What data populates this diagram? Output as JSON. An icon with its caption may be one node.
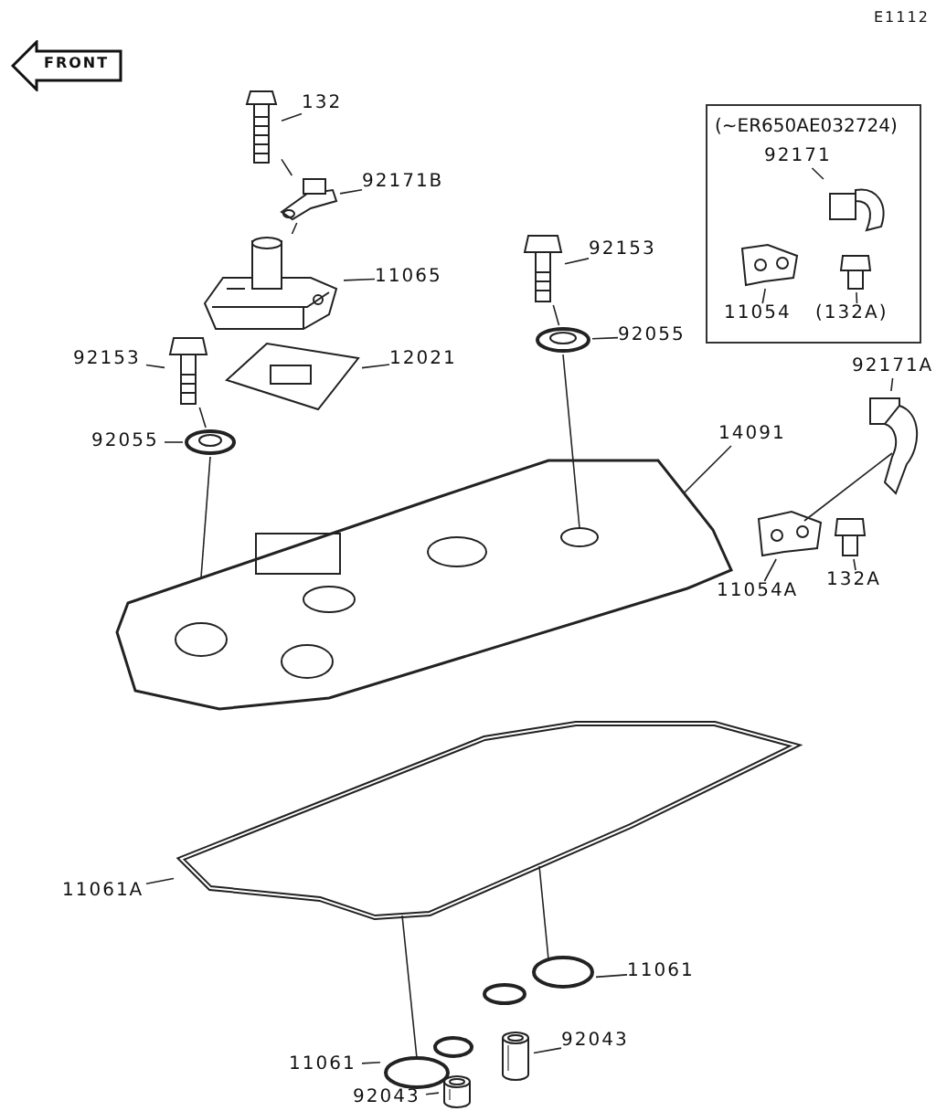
{
  "diagram": {
    "nodes": [
      {
        "text": [
          "(~ER650AE032724)"
        ]
      },
      {
        "text": [
          "132"
        ]
      },
      {
        "text": [],
        "shape": "picture"
      },
      {
        "text": [
          "92171B"
        ]
      },
      {
        "text": [],
        "shape": "picture"
      },
      {
        "text": [
          "11065"
        ]
      },
      {
        "text": [],
        "shape": "picture"
      },
      {
        "text": [
          "92153"
        ]
      },
      {
        "text": [],
        "shape": "picture"
      },
      {
        "text": [
          "92055"
        ]
      },
      {
        "text": [],
        "shape": "picture"
      },
      {
        "text": [
          "92153"
        ]
      },
      {
        "text": [],
        "shape": "picture"
      },
      {
        "text": [
          "12021"
        ]
      },
      {
        "text": [],
        "shape": "picture"
      },
      {
        "text": [
          "92055"
        ]
      },
      {
        "text": [],
        "shape": "picture"
      },
      {
        "text": [
          "14091"
        ]
      },
      {
        "text": [],
        "shape": "picture"
      },
      {
        "text": [
          "92171"
        ],
        "in": 0
      },
      {
        "text": [],
        "shape": "picture",
        "in": 0
      },
      {
        "text": [
          "11054"
        ],
        "in": 0
      },
      {
        "text": [],
        "shape": "picture",
        "in": 0
      },
      {
        "text": [
          "(132A)"
        ],
        "in": 0
      },
      {
        "text": [],
        "shape": "picture",
        "in": 0
      },
      {
        "text": [
          "92171A"
        ]
      },
      {
        "text": [],
        "shape": "picture"
      },
      {
        "text": [
          "11054A"
        ]
      },
      {
        "text": [],
        "shape": "picture"
      },
      {
        "text": [
          "132A"
        ]
      },
      {
        "text": [],
        "shape": "picture"
      },
      {
        "text": [
          "11061A"
        ]
      },
      {
        "text": [],
        "shape": "picture"
      },
      {
        "text": [
          "11061"
        ]
      },
      {
        "text": [],
        "shape": "picture"
      },
      {
        "text": [
          "11061"
        ]
      },
      {
        "text": [],
        "shape": "picture"
      },
      {
        "text": [
          "92043"
        ]
      },
      {
        "text": [],
        "shape": "picture"
      },
      {
        "text": [
          "92043"
        ]
      },
      {
        "text": [],
        "shape": "picture"
      }
    ],
    "edges": [
      {
        "from": 1,
        "to": 2,
        "arrow": "none"
      },
      {
        "from": 3,
        "to": 4,
        "arrow": "none"
      },
      {
        "from": 5,
        "to": 6,
        "arrow": "none"
      },
      {
        "from": 7,
        "to": 8,
        "arrow": "none"
      },
      {
        "from": 9,
        "to": 10,
        "arrow": "none"
      },
      {
        "from": 11,
        "to": 12,
        "arrow": "none"
      },
      {
        "from": 13,
        "to": 14,
        "arrow": "none"
      },
      {
        "from": 15,
        "to": 16,
        "arrow": "none"
      },
      {
        "from": 17,
        "to": 18,
        "arrow": "none"
      },
      {
        "from": 19,
        "to": 20,
        "arrow": "none"
      },
      {
        "from": 21,
        "to": 22,
        "arrow": "none"
      },
      {
        "from": 23,
        "to": 24,
        "arrow": "none"
      },
      {
        "from": 25,
        "to": 26,
        "arrow": "none"
      },
      {
        "from": 27,
        "to": 28,
        "arrow": "none"
      },
      {
        "from": 29,
        "to": 30,
        "arrow": "none"
      },
      {
        "from": 31,
        "to": 32,
        "arrow": "none"
      },
      {
        "from": 33,
        "to": 34,
        "arrow": "none"
      },
      {
        "from": 35,
        "to": 36,
        "arrow": "none"
      },
      {
        "from": 37,
        "to": 38,
        "arrow": "none"
      },
      {
        "from": 39,
        "to": 40,
        "arrow": "none"
      },
      {
        "from": 2,
        "to": 4,
        "arrow": "none"
      },
      {
        "from": 4,
        "to": 6,
        "arrow": "none"
      },
      {
        "from": 8,
        "to": 10,
        "arrow": "none"
      },
      {
        "from": 10,
        "to": 18,
        "arrow": "none"
      },
      {
        "from": 12,
        "to": 16,
        "arrow": "none"
      },
      {
        "from": 16,
        "to": 18,
        "arrow": "none"
      },
      {
        "from": 28,
        "to": 26,
        "arrow": "none"
      },
      {
        "from": 34,
        "to": 32,
        "arrow": "none"
      },
      {
        "from": 36,
        "to": 32,
        "arrow": "none"
      }
    ],
    "labels": [
      "E1112",
      "FRONT"
    ]
  }
}
